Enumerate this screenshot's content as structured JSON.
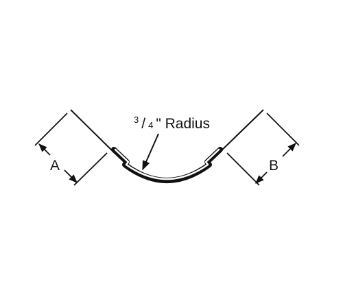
{
  "diagram": {
    "radius_label": {
      "numerator": "3",
      "denominator": "4",
      "text": "\" Radius"
    },
    "dimension_a": "A",
    "dimension_b": "B"
  },
  "colors": {
    "stroke": "#111111",
    "background": "#ffffff"
  }
}
